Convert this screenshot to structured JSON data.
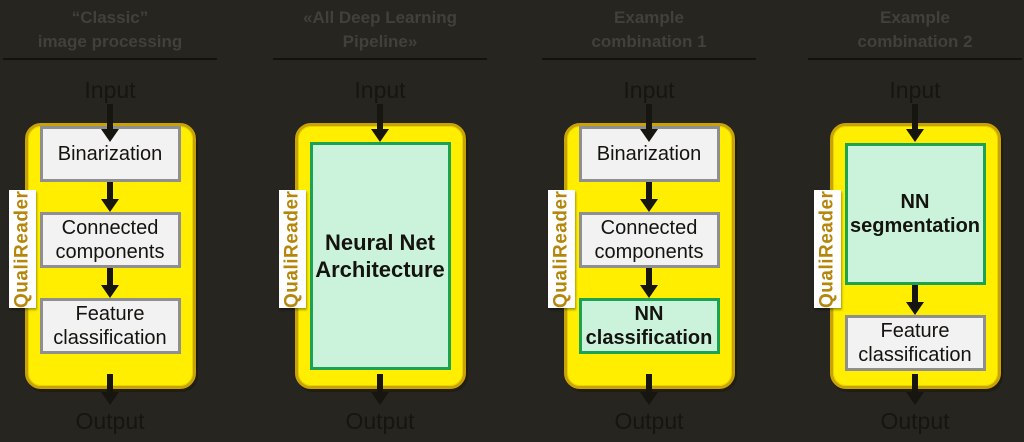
{
  "brand_label": "QualiReader",
  "colors": {
    "background": "#262520",
    "pipeline_yellow": "#ffee00",
    "pipeline_border_gold": "#c9a305",
    "classic_box_fill": "#f2f2f2",
    "classic_box_border": "#8f8f8f",
    "nn_box_fill": "#cbf3dc",
    "nn_box_border": "#1ca351",
    "brand_text": "#b5860b",
    "title_text": "#42403b",
    "ink_black": "#16150f"
  },
  "columns": [
    {
      "title_line1": "“Classic”",
      "title_line2": "image processing",
      "input_label": "Input",
      "output_label": "Output",
      "boxes": [
        {
          "label": "Binarization",
          "type": "classic"
        },
        {
          "label": "Connected components",
          "type": "classic"
        },
        {
          "label": "Feature classification",
          "type": "classic"
        }
      ]
    },
    {
      "title_line1": "«All Deep Learning",
      "title_line2": "Pipeline»",
      "input_label": "Input",
      "output_label": "Output",
      "boxes": [
        {
          "label": "Neural Net Architecture",
          "type": "nn-large"
        }
      ]
    },
    {
      "title_line1": "Example",
      "title_line2": "combination 1",
      "input_label": "Input",
      "output_label": "Output",
      "boxes": [
        {
          "label": "Binarization",
          "type": "classic"
        },
        {
          "label": "Connected components",
          "type": "classic"
        },
        {
          "label": "NN classification",
          "type": "nn"
        }
      ]
    },
    {
      "title_line1": "Example",
      "title_line2": "combination 2",
      "input_label": "Input",
      "output_label": "Output",
      "boxes": [
        {
          "label": "NN segmentation",
          "type": "nn-medium"
        },
        {
          "label": "Feature classification",
          "type": "classic"
        }
      ]
    }
  ]
}
